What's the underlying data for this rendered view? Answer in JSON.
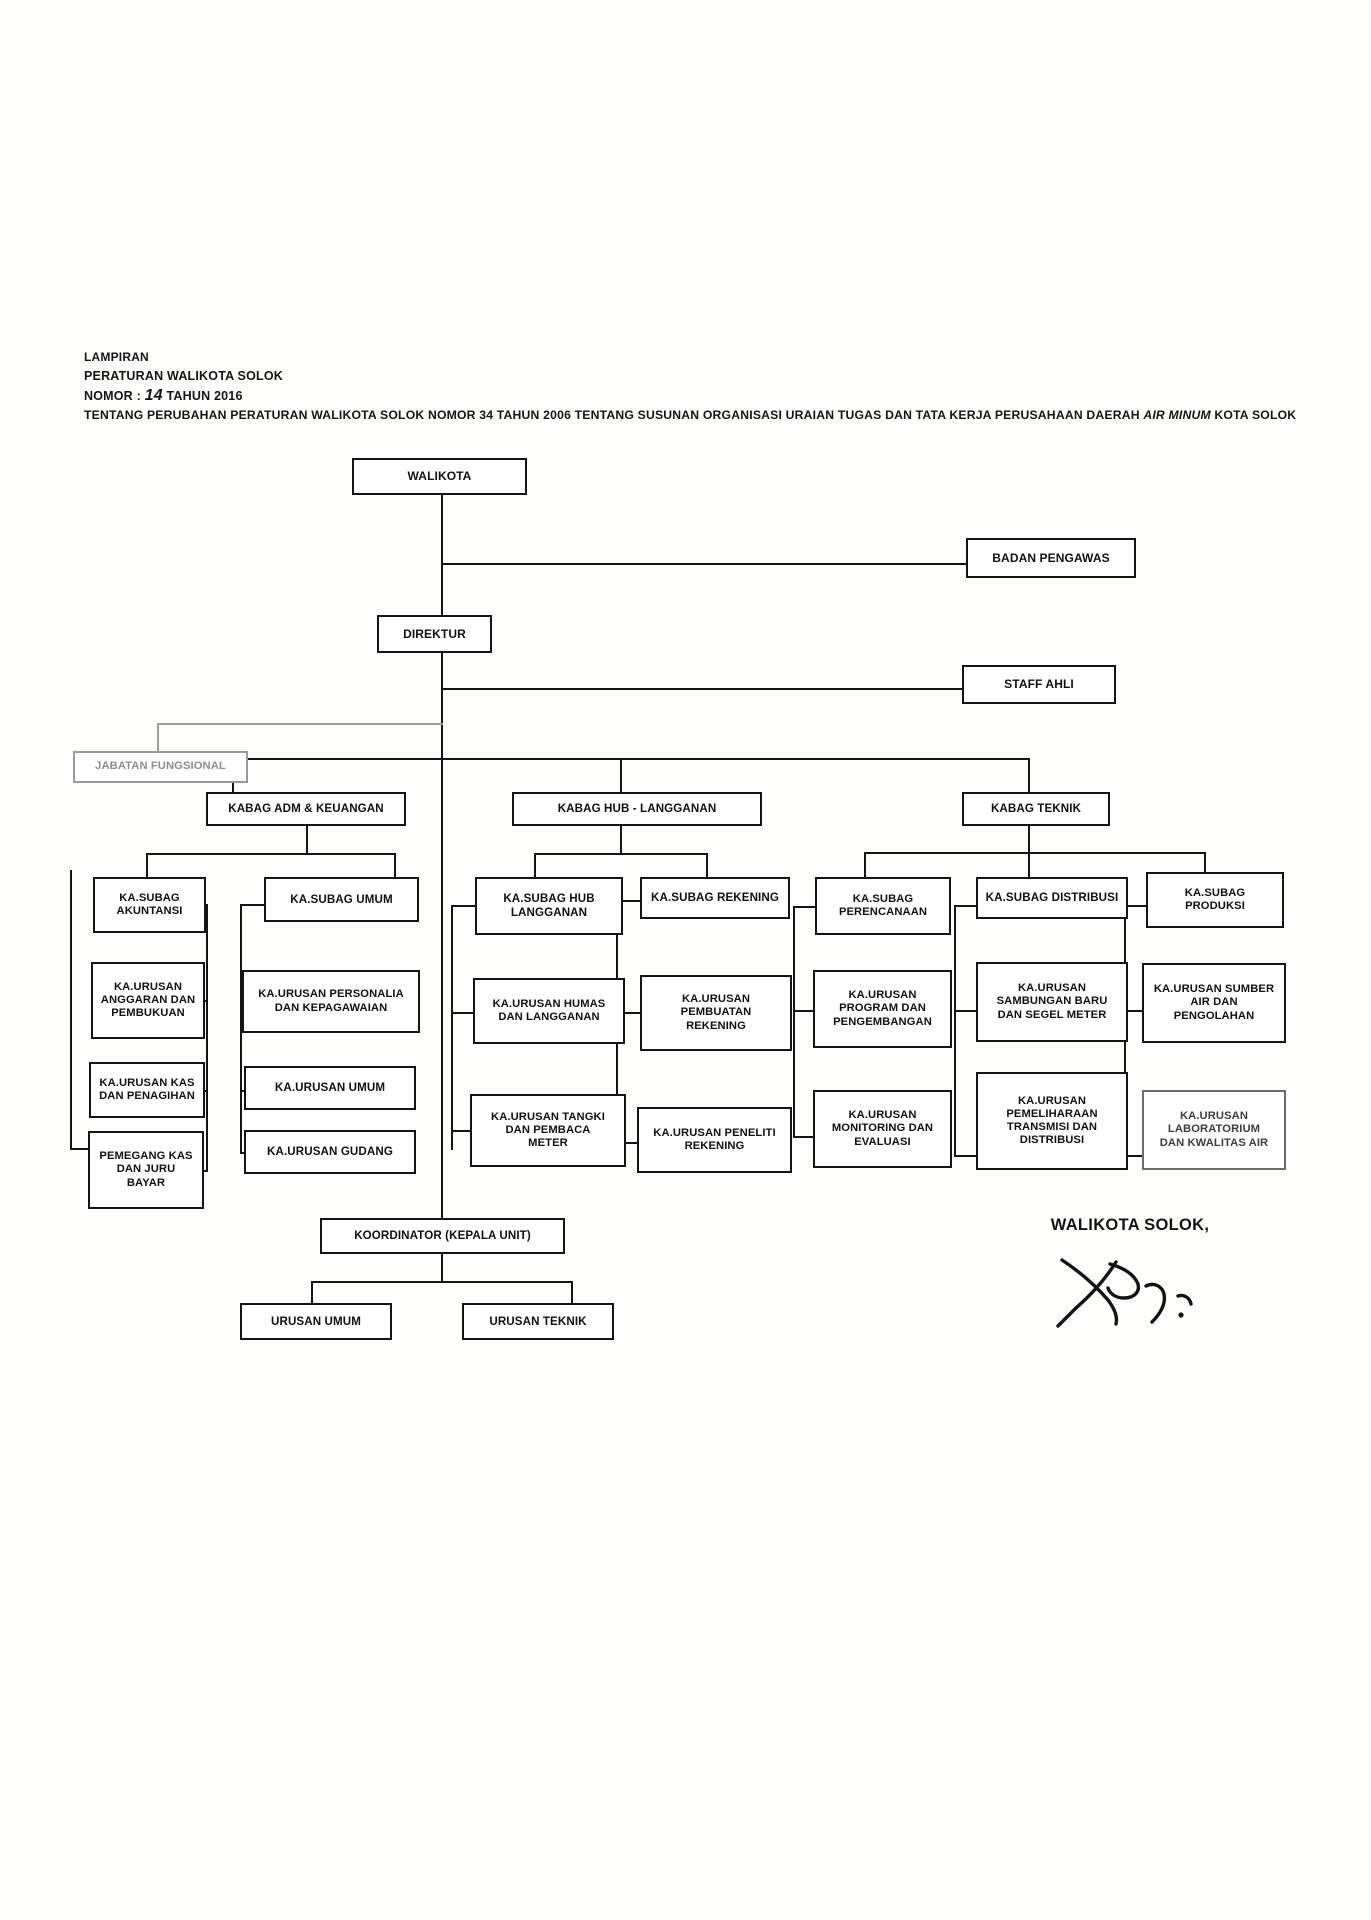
{
  "document": {
    "header": {
      "line1": "LAMPIRAN",
      "line2": "PERATURAN WALIKOTA SOLOK",
      "line3_prefix": "NOMOR : ",
      "line3_number": "14",
      "line3_suffix": " TAHUN 2016",
      "line4_a": "TENTANG PERUBAHAN PERATURAN WALIKOTA SOLOK NOMOR 34 TAHUN 2006 TENTANG SUSUNAN ORGANISASI URAIAN TUGAS DAN TATA KERJA PERUSAHAAN DAERAH ",
      "line4_b": "AIR MINUM ",
      "line4_c": "KOTA  SOLOK"
    },
    "signature": {
      "title": "WALIKOTA SOLOK,"
    }
  },
  "chart_data": {
    "type": "diagram",
    "title": "Struktur Organisasi Perusahaan Daerah Air Minum Kota Solok",
    "nodes": [
      {
        "id": "walikota",
        "label": "WALIKOTA"
      },
      {
        "id": "badan-pengawas",
        "label": "BADAN PENGAWAS"
      },
      {
        "id": "direktur",
        "label": "DIREKTUR"
      },
      {
        "id": "staff-ahli",
        "label": "STAFF AHLI"
      },
      {
        "id": "jabatan-fungsional",
        "label": "JABATAN FUNGSIONAL"
      },
      {
        "id": "kabag-adm",
        "label": "KABAG ADM & KEUANGAN"
      },
      {
        "id": "kabag-hub",
        "label": "KABAG HUB - LANGGANAN"
      },
      {
        "id": "kabag-teknik",
        "label": "KABAG TEKNIK"
      },
      {
        "id": "subag-akuntansi",
        "label": "KA.SUBAG\nAKUNTANSI"
      },
      {
        "id": "ur-anggaran",
        "label": "KA.URUSAN\nANGGARAN DAN\nPEMBUKUAN"
      },
      {
        "id": "ur-kas",
        "label": "KA.URUSAN KAS\nDAN PENAGIHAN"
      },
      {
        "id": "pemegang-kas",
        "label": "PEMEGANG KAS\nDAN JURU\nBAYAR"
      },
      {
        "id": "subag-umum",
        "label": "KA.SUBAG UMUM"
      },
      {
        "id": "ur-personalia",
        "label": "KA.URUSAN PERSONALIA\nDAN KEPAGAWAIAN"
      },
      {
        "id": "ur-umum",
        "label": "KA.URUSAN UMUM"
      },
      {
        "id": "ur-gudang",
        "label": "KA.URUSAN GUDANG"
      },
      {
        "id": "subag-hub",
        "label": "KA.SUBAG HUB\nLANGGANAN"
      },
      {
        "id": "ur-humas",
        "label": "KA.URUSAN HUMAS\nDAN LANGGANAN"
      },
      {
        "id": "ur-tangki",
        "label": "KA.URUSAN TANGKI\nDAN PEMBACA\nMETER"
      },
      {
        "id": "subag-rekening",
        "label": "KA.SUBAG REKENING"
      },
      {
        "id": "ur-pembuatan",
        "label": "KA.URUSAN\nPEMBUATAN\nREKENING"
      },
      {
        "id": "ur-peneliti",
        "label": "KA.URUSAN PENELITI\nREKENING"
      },
      {
        "id": "subag-perencanaan",
        "label": "KA.SUBAG\nPERENCANAAN"
      },
      {
        "id": "ur-program",
        "label": "KA.URUSAN\nPROGRAM DAN\nPENGEMBANGAN"
      },
      {
        "id": "ur-monitoring",
        "label": "KA.URUSAN\nMONITORING DAN\nEVALUASI"
      },
      {
        "id": "subag-distribusi",
        "label": "KA.SUBAG DISTRIBUSI"
      },
      {
        "id": "ur-sambungan",
        "label": "KA.URUSAN\nSAMBUNGAN BARU\nDAN SEGEL METER"
      },
      {
        "id": "ur-pemeliharaan",
        "label": "KA.URUSAN\nPEMELIHARAAN\nTRANSMISI DAN\nDISTRIBUSI"
      },
      {
        "id": "subag-produksi",
        "label": "KA.SUBAG\nPRODUKSI"
      },
      {
        "id": "ur-sumber-air",
        "label": "KA.URUSAN SUMBER\nAIR DAN\nPENGOLAHAN"
      },
      {
        "id": "ur-laboratorium",
        "label": "KA.URUSAN\nLABORATORIUM\nDAN KWALITAS AIR"
      },
      {
        "id": "koordinator",
        "label": "KOORDINATOR (KEPALA UNIT)"
      },
      {
        "id": "urusan-umum",
        "label": "URUSAN UMUM"
      },
      {
        "id": "urusan-teknik",
        "label": "URUSAN TEKNIK"
      }
    ],
    "edges": [
      [
        "walikota",
        "badan-pengawas"
      ],
      [
        "walikota",
        "direktur"
      ],
      [
        "direktur",
        "staff-ahli"
      ],
      [
        "direktur",
        "jabatan-fungsional"
      ],
      [
        "direktur",
        "kabag-adm"
      ],
      [
        "direktur",
        "kabag-hub"
      ],
      [
        "direktur",
        "kabag-teknik"
      ],
      [
        "kabag-adm",
        "subag-akuntansi"
      ],
      [
        "kabag-adm",
        "subag-umum"
      ],
      [
        "subag-akuntansi",
        "ur-anggaran"
      ],
      [
        "subag-akuntansi",
        "ur-kas"
      ],
      [
        "subag-akuntansi",
        "pemegang-kas"
      ],
      [
        "subag-umum",
        "ur-personalia"
      ],
      [
        "subag-umum",
        "ur-umum"
      ],
      [
        "subag-umum",
        "ur-gudang"
      ],
      [
        "kabag-hub",
        "subag-hub"
      ],
      [
        "kabag-hub",
        "subag-rekening"
      ],
      [
        "subag-hub",
        "ur-humas"
      ],
      [
        "subag-hub",
        "ur-tangki"
      ],
      [
        "subag-rekening",
        "ur-pembuatan"
      ],
      [
        "subag-rekening",
        "ur-peneliti"
      ],
      [
        "kabag-teknik",
        "subag-perencanaan"
      ],
      [
        "kabag-teknik",
        "subag-distribusi"
      ],
      [
        "kabag-teknik",
        "subag-produksi"
      ],
      [
        "subag-perencanaan",
        "ur-program"
      ],
      [
        "subag-perencanaan",
        "ur-monitoring"
      ],
      [
        "subag-distribusi",
        "ur-sambungan"
      ],
      [
        "subag-distribusi",
        "ur-pemeliharaan"
      ],
      [
        "subag-produksi",
        "ur-sumber-air"
      ],
      [
        "subag-produksi",
        "ur-laboratorium"
      ],
      [
        "direktur",
        "koordinator"
      ],
      [
        "koordinator",
        "urusan-umum"
      ],
      [
        "koordinator",
        "urusan-teknik"
      ]
    ]
  }
}
